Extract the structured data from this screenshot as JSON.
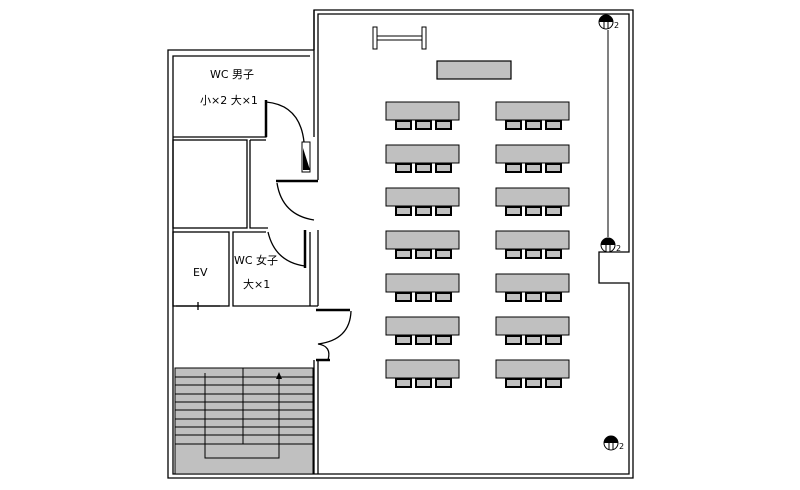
{
  "rooms": {
    "wc_men": {
      "title": "WC 男子",
      "detail": "小×2 大×1"
    },
    "wc_women": {
      "title": "WC 女子",
      "detail": "大×1"
    },
    "elevator": {
      "title": "EV"
    }
  },
  "lights": [
    {
      "count": "2"
    },
    {
      "count": "2"
    },
    {
      "count": "2"
    }
  ],
  "desk_rows": 7,
  "desk_columns": 2,
  "chairs_per_desk": 3,
  "colors": {
    "furniture": "#c0c0c0",
    "line": "#000000"
  }
}
